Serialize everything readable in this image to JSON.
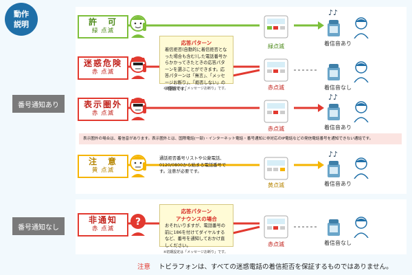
{
  "explain": {
    "line1": "動作",
    "line2": "説明"
  },
  "groups": {
    "with_number": "番号通知あり",
    "no_number": "番号通知なし"
  },
  "rows": [
    {
      "key": "allow",
      "title": "許　可",
      "sub": "緑 点滅",
      "color": "#7cbf3a",
      "lamp": "緑点滅",
      "status": "着信音あり"
    },
    {
      "key": "danger",
      "title": "迷惑危険",
      "sub": "赤 点滅",
      "color": "#e2392f",
      "lamp": "赤点滅",
      "status": "着信音なし"
    },
    {
      "key": "outside",
      "title": "表示圏外",
      "sub": "赤 点滅",
      "color": "#e2392f",
      "lamp": "赤点滅",
      "status": "着信音あり"
    },
    {
      "key": "caution",
      "title": "注　意",
      "sub": "黄 点滅",
      "color": "#f5b400",
      "lamp": "黄点滅",
      "status": "着信音あり"
    },
    {
      "key": "nonotify",
      "title": "非通知",
      "sub": "赤 点滅",
      "color": "#e2392f",
      "lamp": "赤点滅",
      "status": "着信音なし"
    }
  ],
  "callout_danger": {
    "title": "応答パターン",
    "body": "着信拒否(自動的に着信拒否となった場合も含む)した電話番号からかかってきたときの応答パターンを選ぶことができます。応答パターンは「無言」、「メッセージお断り」、「拒否しない」の3種類です。",
    "footnote": "※初期設定は「メッセージお断り」です。"
  },
  "callout_nonotify": {
    "title": "応答パターン",
    "title2": "アナウンスの場合",
    "body": "おそれいりますが、電話番号の前に186を付けてダイヤルするなど、番号を通知しておかけ直しください。",
    "footnote": "※初期設定は「メッセージお断り」です。"
  },
  "outside_note": "表示圏外の場合は、着信音があります。表示圏外とは、国際電話(一部)・インターネット電話・番号通知に非対応のIP電話などの発信電話番号を通知できない通話です。",
  "caution_note": "通話拒否番号リストや公衆電話、0120/0800から始まる電話番号です。注意が必要です。",
  "footer": {
    "label": "注意",
    "text": "トビラフォンは、すべての迷惑電話の着信拒否を保証するものではありません。"
  }
}
